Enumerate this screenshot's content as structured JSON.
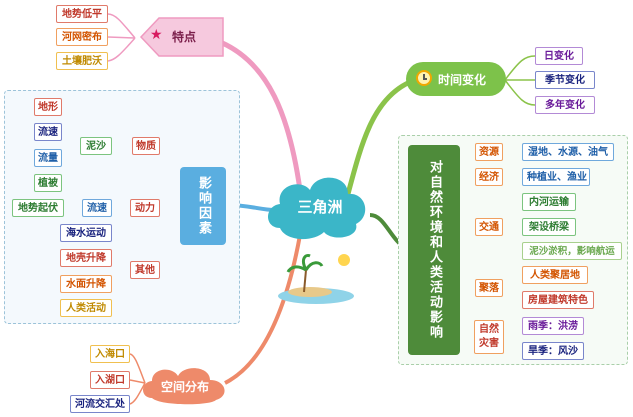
{
  "center": {
    "label": "三角洲"
  },
  "features": {
    "label": "特点",
    "items": [
      "地势低平",
      "河网密布",
      "土壤肥沃"
    ]
  },
  "time_change": {
    "label": "时间变化",
    "items": [
      "日变化",
      "季节变化",
      "多年变化"
    ]
  },
  "factors": {
    "label": "影响因素",
    "material": {
      "label": "物质",
      "sub": "泥沙",
      "items": [
        "地形",
        "流速",
        "流量",
        "植被"
      ]
    },
    "power": {
      "label": "动力",
      "sub": "流速",
      "items": [
        "地势起伏"
      ]
    },
    "other": {
      "label": "其他",
      "items": [
        "海水运动",
        "地壳升降",
        "水面升降",
        "人类活动"
      ]
    }
  },
  "impact": {
    "label": "对自然环境和人类活动影响",
    "groups": [
      {
        "label": "资源",
        "items": [
          "湿地、水源、油气"
        ]
      },
      {
        "label": "经济",
        "items": [
          "种植业、渔业"
        ]
      },
      {
        "label": "交通",
        "items": [
          "内河运输",
          "架设桥梁",
          "泥沙淤积，影响航运"
        ]
      },
      {
        "label": "聚落",
        "items": [
          "人类聚居地",
          "房屋建筑特色"
        ]
      },
      {
        "label": "自然灾害",
        "items": [
          "雨季：洪涝",
          "旱季：风沙"
        ]
      }
    ]
  },
  "distribution": {
    "label": "空间分布",
    "items": [
      "入海口",
      "入湖口",
      "河流交汇处"
    ]
  }
}
